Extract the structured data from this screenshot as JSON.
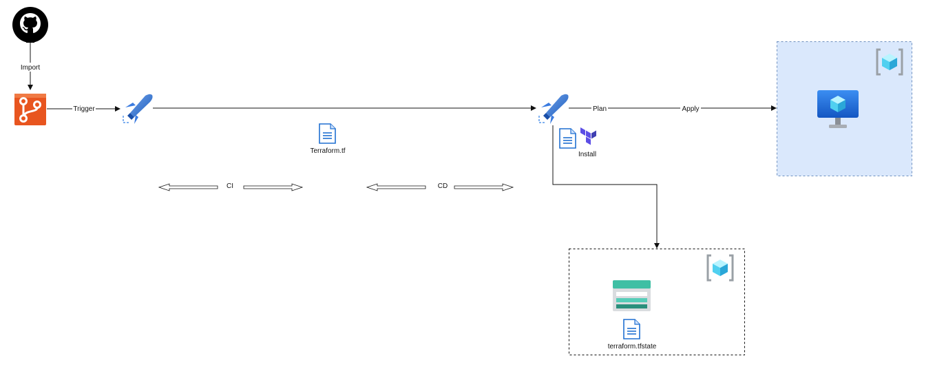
{
  "edges": {
    "import": "Import",
    "trigger": "Trigger",
    "plan": "Plan",
    "apply": "Apply"
  },
  "phases": {
    "ci": "CI",
    "cd": "CD"
  },
  "files": {
    "terraform_tf": "Terraform.tf",
    "install": "Install",
    "tfstate": "terraform.tfstate"
  },
  "colors": {
    "vm_group_fill": "#dae8fc",
    "vm_group_border": "#6c8ebf",
    "azure_blue": "#1f6fd1",
    "repo_orange": "#e8551f",
    "terraform_purple": "#5c4ee5",
    "storage_teal": "#3fbfa4"
  },
  "icons": {
    "github": "github-icon",
    "repo": "azure-repos-icon",
    "pipeline_ci": "azure-pipelines-icon",
    "pipeline_cd": "azure-pipelines-icon",
    "file": "document-icon",
    "terraform": "terraform-icon",
    "resource_group": "resource-group-icon",
    "vm": "virtual-machine-icon",
    "storage": "storage-account-icon"
  }
}
